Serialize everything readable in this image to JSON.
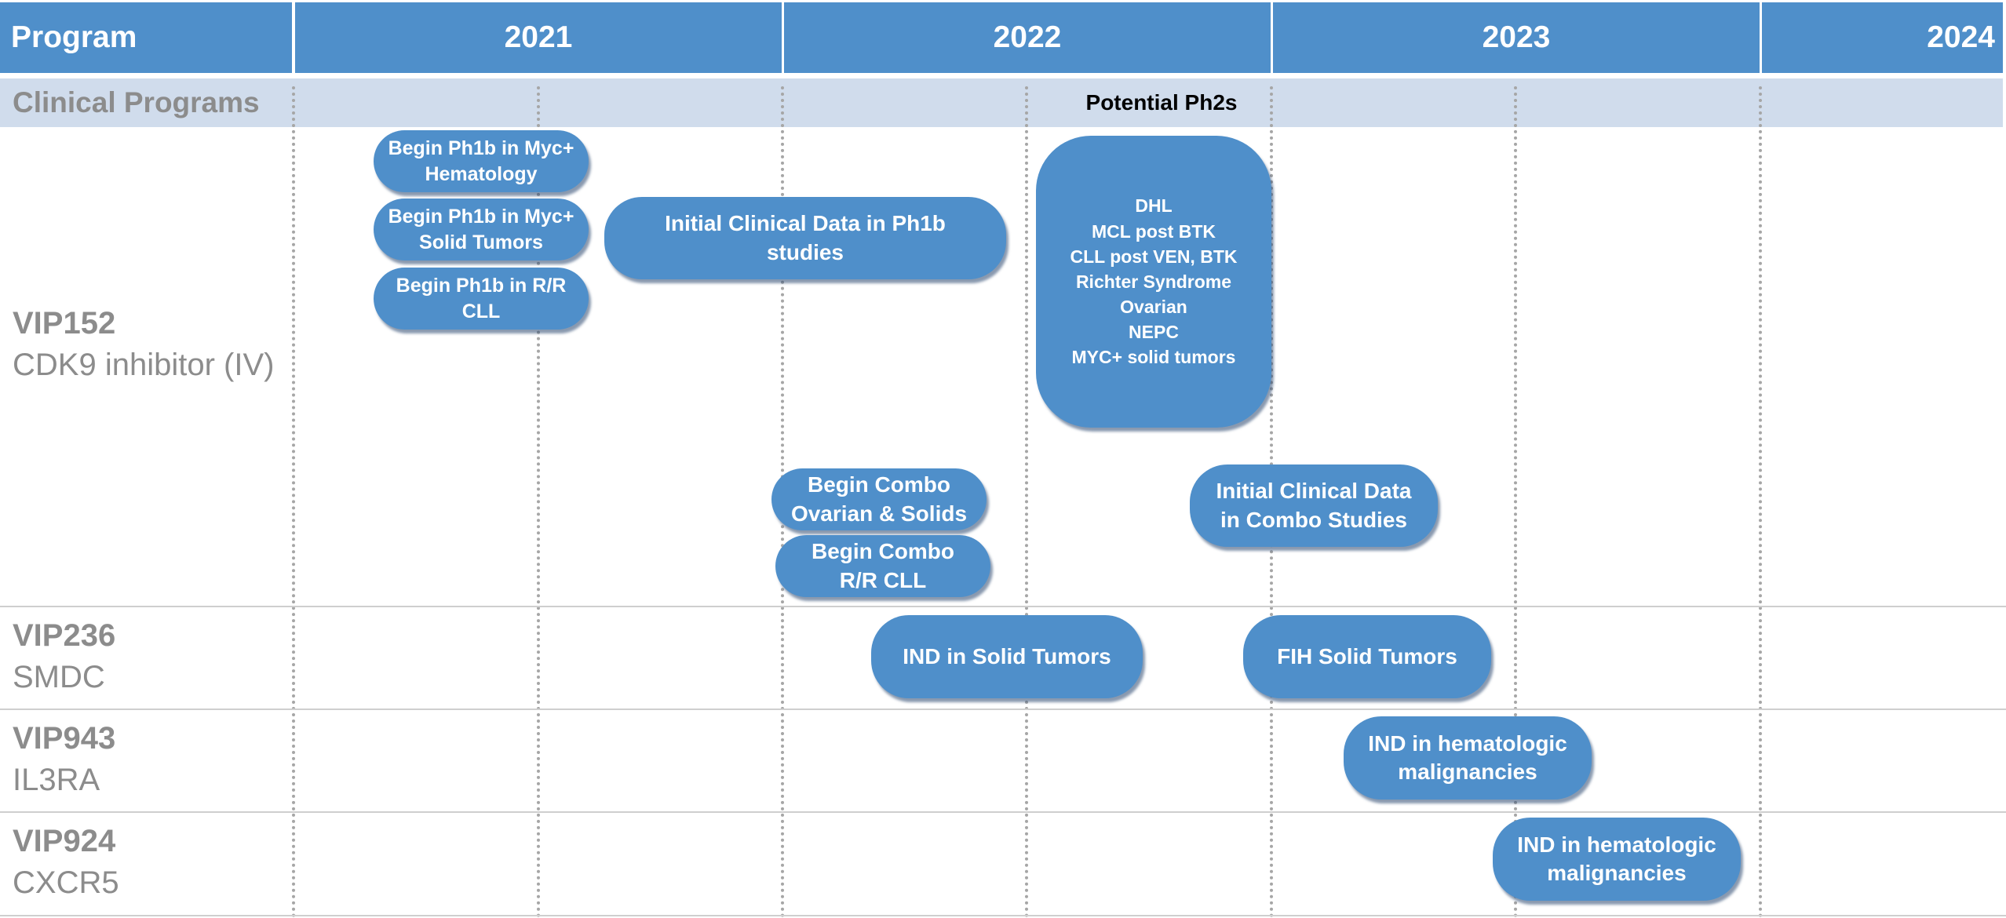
{
  "header": {
    "program": "Program",
    "years": [
      "2021",
      "2022",
      "2023",
      "2024"
    ]
  },
  "band": {
    "label": "Clinical Programs",
    "ph2_title": "Potential Ph2s"
  },
  "programs": [
    {
      "name": "VIP152",
      "subtitle": "CDK9 inhibitor (IV)"
    },
    {
      "name": "VIP236",
      "subtitle": "SMDC"
    },
    {
      "name": "VIP943",
      "subtitle": "IL3RA"
    },
    {
      "name": "VIP924",
      "subtitle": "CXCR5"
    }
  ],
  "milestones": {
    "ph1b_myc_heme": "Begin Ph1b in Myc+\nHematology",
    "ph1b_myc_solid": "Begin Ph1b in Myc+\nSolid Tumors",
    "ph1b_rr_cll": "Begin Ph1b in R/R\nCLL",
    "initial_data_ph1b": "Initial Clinical Data in Ph1b\nstudies",
    "combo_ovarian": "Begin Combo\nOvarian & Solids",
    "combo_rr_cll": "Begin Combo\nR/R CLL",
    "initial_data_combo": "Initial Clinical Data\nin Combo Studies",
    "ind_solid": "IND in Solid Tumors",
    "fih_solid": "FIH Solid Tumors",
    "ind_heme_943": "IND in hematologic\nmalignancies",
    "ind_heme_924": "IND in hematologic\nmalignancies"
  },
  "ph2_indications": [
    "DHL",
    "MCL post BTK",
    "CLL post VEN, BTK",
    "Richter Syndrome",
    "Ovarian",
    "NEPC",
    "MYC+ solid tumors"
  ],
  "colors": {
    "header_bg": "#4f8fca",
    "band_bg": "#d0dcec",
    "milestone_bg": "#4f8fca",
    "label_gray": "#8c8c8c"
  }
}
